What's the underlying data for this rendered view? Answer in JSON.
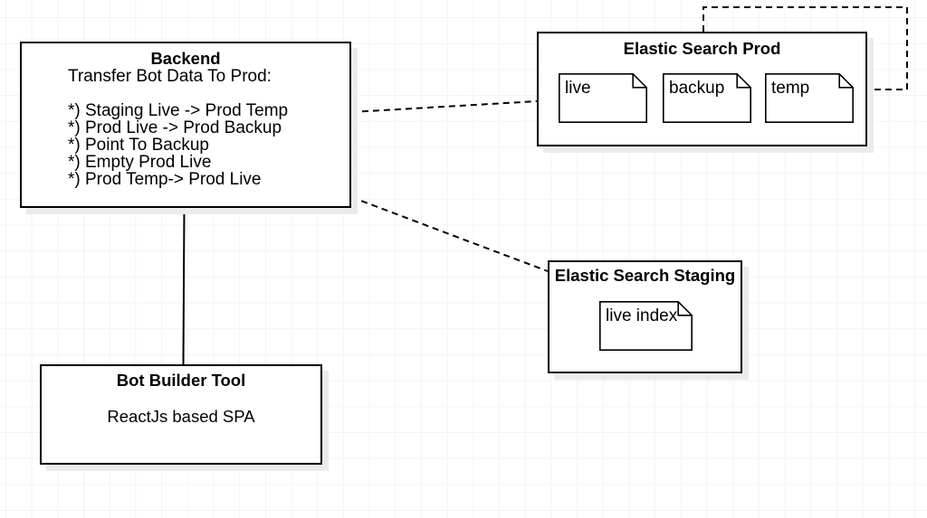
{
  "canvas": {
    "background": "#ffffff",
    "grid_color": "#f3f3f5",
    "stroke_color": "#000000",
    "fill_color": "#ffffff",
    "shadow_color": "#ebebec"
  },
  "nodes": {
    "backend": {
      "title": "Backend",
      "body": "Transfer Bot Data To Prod:\n\n*) Staging Live -> Prod Temp\n*) Prod Live -> Prod Backup\n*) Point To Backup\n*) Empty Prod Live\n*) Prod Temp-> Prod Live"
    },
    "elastic_search_prod": {
      "title": "Elastic Search Prod",
      "notes": [
        "live",
        "backup",
        "temp"
      ]
    },
    "elastic_search_staging": {
      "title": "Elastic Search Staging",
      "notes": [
        "live index"
      ]
    },
    "bot_builder_tool": {
      "title": "Bot Builder Tool",
      "body": "ReactJs based SPA"
    }
  },
  "edges": [
    {
      "from": "backend",
      "to": "elastic_search_prod",
      "style": "dashed"
    },
    {
      "from": "backend",
      "to": "elastic_search_staging",
      "style": "dashed"
    },
    {
      "from": "backend",
      "to": "bot_builder_tool",
      "style": "solid"
    },
    {
      "from": "elastic_search_prod",
      "to": "elastic_search_prod",
      "style": "dashed"
    }
  ]
}
